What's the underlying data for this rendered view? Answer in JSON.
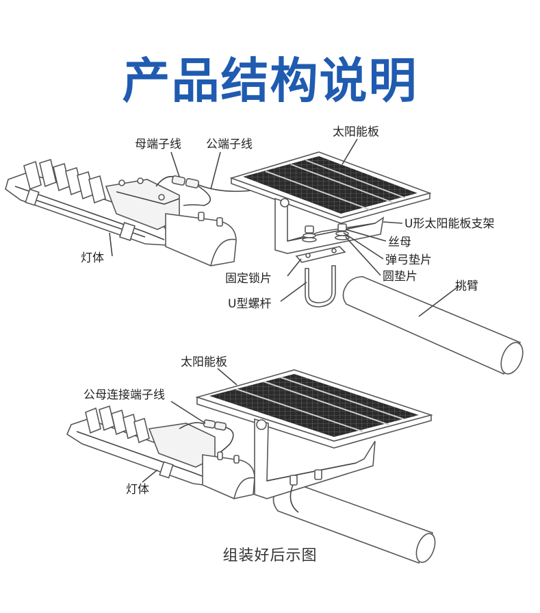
{
  "title": "产品结构说明",
  "exploded_view": {
    "labels": {
      "female_connector": "母端子线",
      "male_connector": "公端子线",
      "solar_panel": "太阳能板",
      "u_bracket": "U形太阳能板支架",
      "nut": "丝母",
      "spring_washer": "弹弓垫片",
      "flat_washer": "圆垫片",
      "arm": "挑臂",
      "fixing_plate": "固定锁片",
      "u_bolt": "U型螺杆",
      "lamp_body": "灯体"
    }
  },
  "assembled_view": {
    "labels": {
      "solar_panel": "太阳能板",
      "connector_cable": "公母连接端子线",
      "lamp_body": "灯体"
    },
    "caption": "组装好后示图"
  },
  "colors": {
    "title": "#1f5bb0",
    "line": "#444444",
    "panel_cells": "#2b2b2b"
  }
}
